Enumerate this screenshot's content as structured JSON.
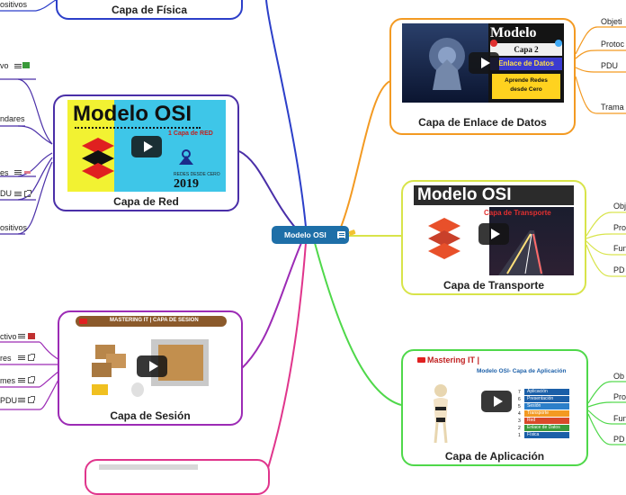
{
  "root": {
    "label": "Modelo OSI"
  },
  "cards": {
    "fisica": {
      "title": "Capa de Física"
    },
    "red": {
      "title": "Capa de Red",
      "thumb": {
        "heading": "Modelo OSI",
        "sub": "1 Capa de RED",
        "footer": "REDES DESDE CERO",
        "year": "2019"
      }
    },
    "sesion": {
      "title": "Capa de Sesión",
      "thumb": {
        "banner": "MASTERING IT | CAPA DE SESION"
      }
    },
    "enlace": {
      "title": "Capa de Enlace de Datos",
      "thumb": {
        "heading": "Modelo OSI",
        "capa": "Capa 2",
        "sub": "Enlace de Datos",
        "foot1": "Aprende Redes",
        "foot2": "desde Cero"
      }
    },
    "transporte": {
      "title": "Capa de Transporte",
      "thumb": {
        "heading": "Modelo OSI",
        "sub": "Capa de Transporte"
      }
    },
    "aplicacion": {
      "title": "Capa de Aplicación",
      "thumb": {
        "brand": "Mastering IT |",
        "heading": "Modelo OSI- Capa de Aplicación",
        "layers": [
          "Aplicación",
          "Presentación",
          "Sesión",
          "Transporte",
          "Red",
          "Enlace de Datos",
          "Física"
        ]
      }
    }
  },
  "leaves": {
    "fisica": [
      "ositivos"
    ],
    "red": [
      "vo",
      "ndares",
      "es",
      "DU",
      "ositivos"
    ],
    "sesion": [
      "ctivo",
      "res",
      "mes",
      "PDU"
    ],
    "enlace": [
      "Objeti",
      "Protoc",
      "PDU",
      "Trama"
    ],
    "transporte": [
      "Obj",
      "Pro",
      "Fun",
      "PD"
    ],
    "aplicacion": [
      "Ob",
      "Pro",
      "Fun",
      "PD"
    ]
  },
  "colors": {
    "root": "#1e6fa8",
    "fisica": "#2c3fc9",
    "red": "#4a2fa8",
    "sesion": "#9c2bb5",
    "enlace": "#f39a22",
    "transporte": "#d8e44a",
    "aplicacion": "#4fd84a",
    "bottom": "#e0358c"
  }
}
